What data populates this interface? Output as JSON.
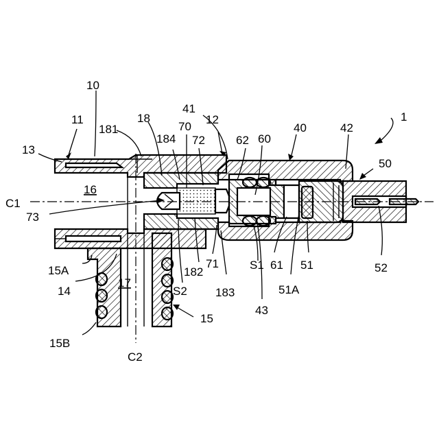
{
  "figure": {
    "type": "patent-cross-section",
    "hatch_color": "#000000",
    "background": "#ffffff",
    "labels": {
      "l1": "1",
      "l10": "10",
      "l11": "11",
      "l12": "12",
      "l13": "13",
      "l14": "14",
      "l15": "15",
      "l15A": "15A",
      "l15B": "15B",
      "l16": "16",
      "l17": "17",
      "l18": "18",
      "l181": "181",
      "l182": "182",
      "l183": "183",
      "l184": "184",
      "lC1": "C1",
      "lC2": "C2",
      "l40": "40",
      "l41": "41",
      "l42": "42",
      "l43": "43",
      "l50": "50",
      "l51": "51",
      "l51A": "51A",
      "l52": "52",
      "l60": "60",
      "l61": "61",
      "l62": "62",
      "l70": "70",
      "l71": "71",
      "l72": "72",
      "l73": "73",
      "lS1": "S1",
      "lS2": "S2"
    }
  }
}
